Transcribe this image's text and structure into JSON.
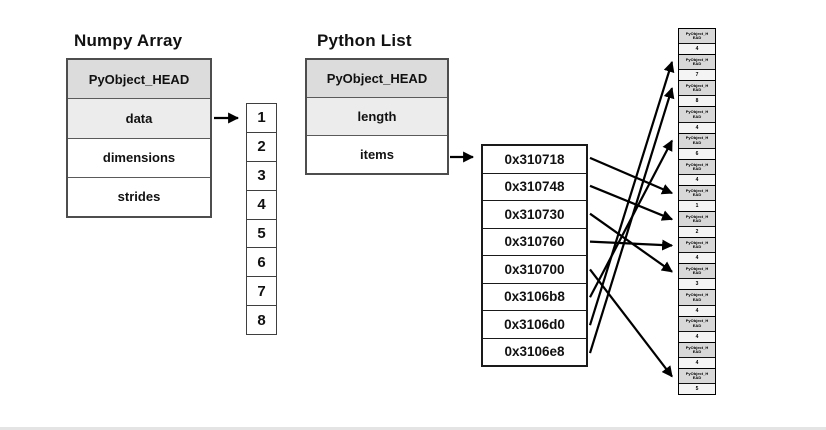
{
  "titles": {
    "numpy": "Numpy Array",
    "python": "Python List"
  },
  "numpy_box": {
    "rows": [
      "PyObject_HEAD",
      "data",
      "dimensions",
      "strides"
    ]
  },
  "numpy_buffer": [
    "1",
    "2",
    "3",
    "4",
    "5",
    "6",
    "7",
    "8"
  ],
  "python_box": {
    "rows": [
      "PyObject_HEAD",
      "length",
      "items"
    ]
  },
  "pointers": [
    "0x310718",
    "0x310748",
    "0x310730",
    "0x310760",
    "0x310700",
    "0x3106b8",
    "0x3106d0",
    "0x3106e8"
  ],
  "heap": {
    "header_label": "PyObject_HEAD",
    "blocks": [
      {
        "header": "PyObject_HEAD",
        "value": "4"
      },
      {
        "header": "PyObject_HEAD",
        "value": "7"
      },
      {
        "header": "PyObject_HEAD",
        "value": "8"
      },
      {
        "header": "PyObject_HEAD",
        "value": "4"
      },
      {
        "header": "PyObject_HEAD",
        "value": "6"
      },
      {
        "header": "PyObject_HEAD",
        "value": "4"
      },
      {
        "header": "PyObject_HEAD",
        "value": "1"
      },
      {
        "header": "PyObject_HEAD",
        "value": "2"
      },
      {
        "header": "PyObject_HEAD",
        "value": "4"
      },
      {
        "header": "PyObject_HEAD",
        "value": "3"
      },
      {
        "header": "PyObject_HEAD",
        "value": "4"
      },
      {
        "header": "PyObject_HEAD",
        "value": "4"
      },
      {
        "header": "PyObject_HEAD",
        "value": "4"
      },
      {
        "header": "PyObject_HEAD",
        "value": "5"
      }
    ]
  },
  "heap_links": [
    {
      "from": "0x310718",
      "to_block": 7
    },
    {
      "from": "0x310748",
      "to_block": 8
    },
    {
      "from": "0x310730",
      "to_block": 10
    },
    {
      "from": "0x310760",
      "to_block": 9
    },
    {
      "from": "0x310700",
      "to_block": 14
    },
    {
      "from": "0x3106b8",
      "to_block": 5
    },
    {
      "from": "0x3106d0",
      "to_block": 2
    },
    {
      "from": "0x3106e8",
      "to_block": 3
    }
  ],
  "colors": {
    "struct_header_fill": "#dcdcdc",
    "struct_subheader_fill": "#ececec",
    "heap_header_fill": "#d8d8d8",
    "heap_value_fill": "#f4f4f4",
    "border": "#4d4d4d",
    "arrow": "#000000"
  }
}
